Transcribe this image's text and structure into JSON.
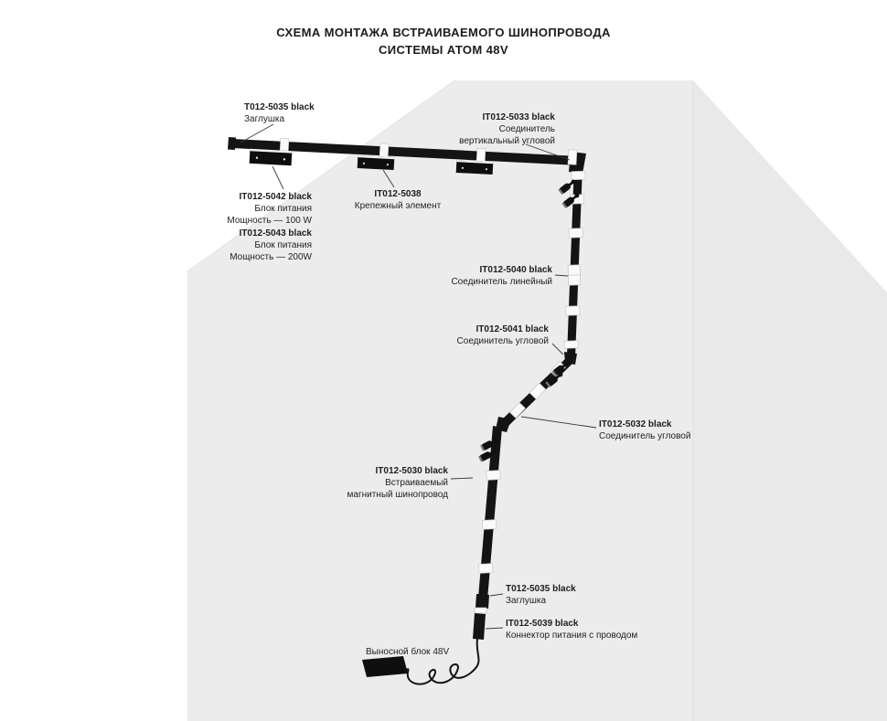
{
  "title": {
    "line1": "СХЕМА МОНТАЖА ВСТРАИВАЕМОГО ШИНОПРОВОДА",
    "line2": "СИСТЕМЫ АТОМ 48V"
  },
  "labels": {
    "endcap_top": {
      "part": "T012-5035 black",
      "desc1": "Заглушка"
    },
    "psu100": {
      "part": "IT012-5042 black",
      "desc1": "Блок питания",
      "desc2": "Мощность — 100 W"
    },
    "psu200": {
      "part": "IT012-5043 black",
      "desc1": "Блок питания",
      "desc2": "Мощность — 200W"
    },
    "mount_clip": {
      "part": "IT012-5038",
      "desc1": "Крепежный элемент"
    },
    "vertical_corner": {
      "part": "IT012-5033 black",
      "desc1": "Соединитель",
      "desc2": "вертикальный угловой"
    },
    "linear": {
      "part": "IT012-5040 black",
      "desc1": "Соединитель линейный"
    },
    "corner_upper": {
      "part": "IT012-5041 black",
      "desc1": "Соединитель угловой"
    },
    "corner_lower": {
      "part": "IT012-5032 black",
      "desc1": "Соединитель угловой"
    },
    "track": {
      "part": "IT012-5030 black",
      "desc1": "Встраиваемый",
      "desc2": "магнитный шинопровод"
    },
    "endcap_bottom": {
      "part": "T012-5035 black",
      "desc1": "Заглушка"
    },
    "power_connector": {
      "part": "IT012-5039 black",
      "desc1": "Коннектор питания с проводом"
    },
    "external_unit": {
      "text": "Выносной блок 48V"
    }
  },
  "colors": {
    "wall": "#ececec",
    "wall_right": "#e9e9e9",
    "track": "#141414",
    "text": "#1e1e1e"
  }
}
